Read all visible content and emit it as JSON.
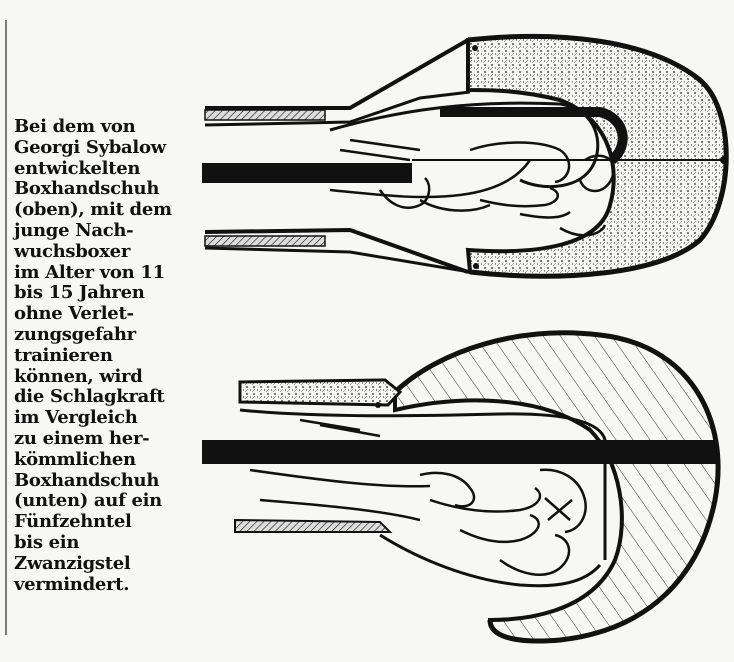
{
  "caption": {
    "lines": [
      "Bei dem von",
      "Georgi Sybalow",
      "entwickelten",
      "Boxhandschuh",
      "(oben), mit dem",
      "junge Nach-",
      "wuchsboxer",
      "im Alter von 11",
      "bis 15 Jahren",
      "ohne Verlet-",
      "zungsgefahr",
      "trainieren",
      "können, wird",
      "die Schlagkraft",
      "im Vergleich",
      "zu einem her-",
      "kömmlichen",
      "Boxhandschuh",
      "(unten) auf ein",
      "Fünfzehntel",
      "bis ein",
      "Zwanzigstel",
      "vermindert."
    ]
  },
  "figures": [
    {
      "label": "Boxhandschuh (oben)"
    },
    {
      "label": "Boxhandschuh (unten)"
    }
  ],
  "colors": {
    "ink": "#111111",
    "paper": "#f7f7f5"
  }
}
